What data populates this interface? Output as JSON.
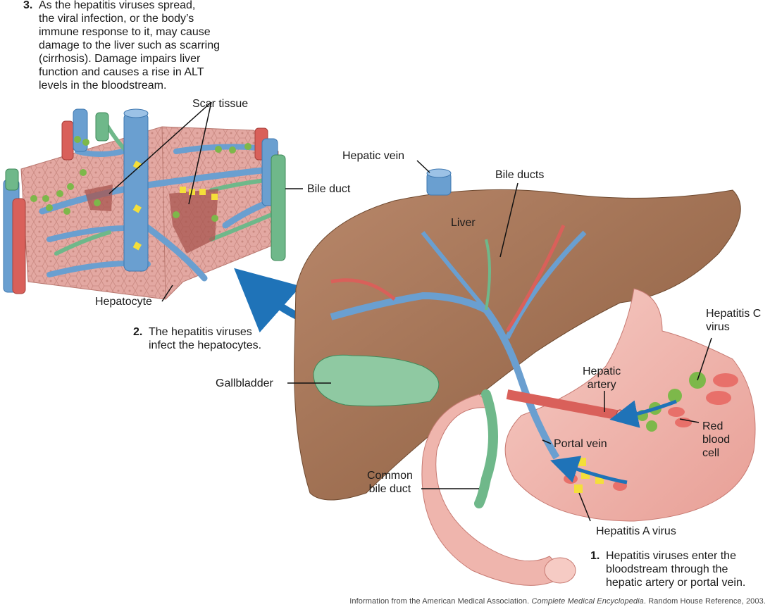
{
  "figure": {
    "steps": [
      {
        "number": "1.",
        "lines": [
          "Hepatitis viruses enter the",
          "bloodstream through the",
          "hepatic artery or portal vein."
        ]
      },
      {
        "number": "2.",
        "lines": [
          "The hepatitis viruses",
          "infect the hepatocytes."
        ]
      },
      {
        "number": "3.",
        "lines": [
          "As the hepatitis viruses spread,",
          "the viral infection, or the body’s",
          "immune response to it, may cause",
          "damage to the liver such as scarring",
          "(cirrhosis). Damage impairs liver",
          "function and causes a rise in ALT",
          "levels in the bloodstream."
        ]
      }
    ],
    "labels": {
      "scar_tissue": "Scar tissue",
      "bile_duct": "Bile duct",
      "hepatocyte": "Hepatocyte",
      "hepatic_vein": "Hepatic vein",
      "bile_ducts": "Bile ducts",
      "liver": "Liver",
      "gallbladder": "Gallbladder",
      "hepatitis_c_virus": [
        "Hepatitis C",
        "virus"
      ],
      "hepatic_artery": [
        "Hepatic",
        "artery"
      ],
      "red_blood_cell": [
        "Red",
        "blood",
        "cell"
      ],
      "portal_vein": "Portal vein",
      "common_bile_duct": [
        "Common",
        "bile duct"
      ],
      "hepatitis_a_virus": "Hepatitis A virus"
    },
    "credit": {
      "prefix": "Information from the American Medical Association. ",
      "title": "Complete Medical Encyclopedia",
      "suffix": ". Random House Reference, 2003."
    },
    "colors": {
      "liver": "#a0714f",
      "tissue": "#e3a8a2",
      "vein_blue": "#6a9fd0",
      "artery_red": "#d9605a",
      "bile_green": "#6fb88a",
      "intestine": "#efb5ad",
      "virus_green": "#7db84a",
      "virus_yellow": "#f4df3a",
      "arrow_blue": "#1f73b8"
    }
  }
}
